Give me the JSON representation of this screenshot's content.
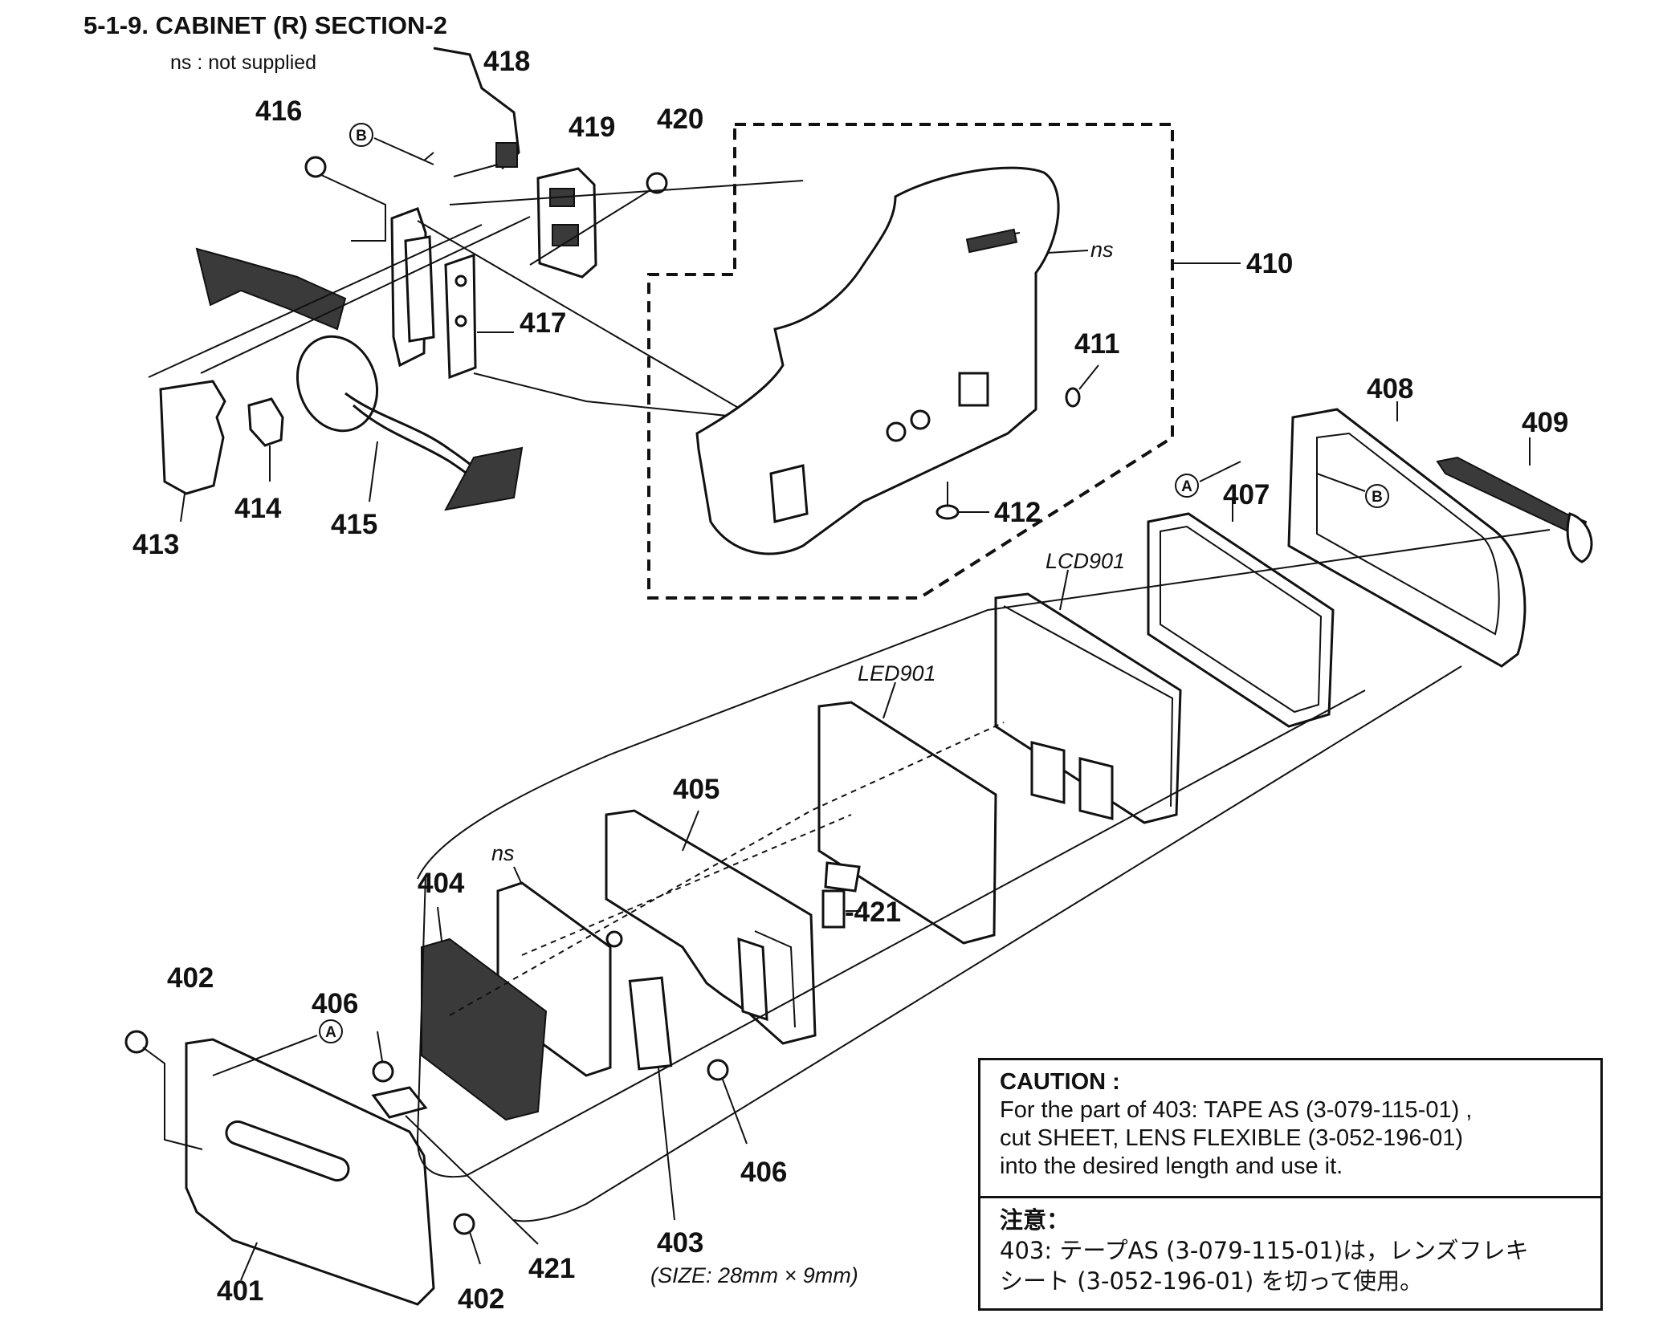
{
  "title": "5-1-9. CABINET (R) SECTION-2",
  "note": "ns : not supplied",
  "parts": {
    "p401": "401",
    "p402": "402",
    "p403": "403",
    "p404": "404",
    "p405": "405",
    "p406": "406",
    "p407": "407",
    "p408": "408",
    "p409": "409",
    "p410": "410",
    "p411": "411",
    "p412": "412",
    "p413": "413",
    "p414": "414",
    "p415": "415",
    "p416": "416",
    "p417": "417",
    "p418": "418",
    "p419": "419",
    "p420": "420",
    "p421": "421",
    "p421b": "-421"
  },
  "labels": {
    "ns": "ns",
    "lcd": "LCD901",
    "led": "LED901",
    "size": "(SIZE: 28mm × 9mm)",
    "ref_a": "A",
    "ref_b": "B"
  },
  "caution": {
    "heading": "CAUTION :",
    "line1": "For the part of 403: TAPE AS (3-079-115-01) ,",
    "line2": "cut SHEET, LENS FLEXIBLE (3-052-196-01)",
    "line3": "into the desired length and use it.",
    "heading_jp": "注意：",
    "line1_jp": "403: テープAS (3-079-115-01)は，レンズフレキ",
    "line2_jp": "シート (3-052-196-01) を切って使用。"
  }
}
